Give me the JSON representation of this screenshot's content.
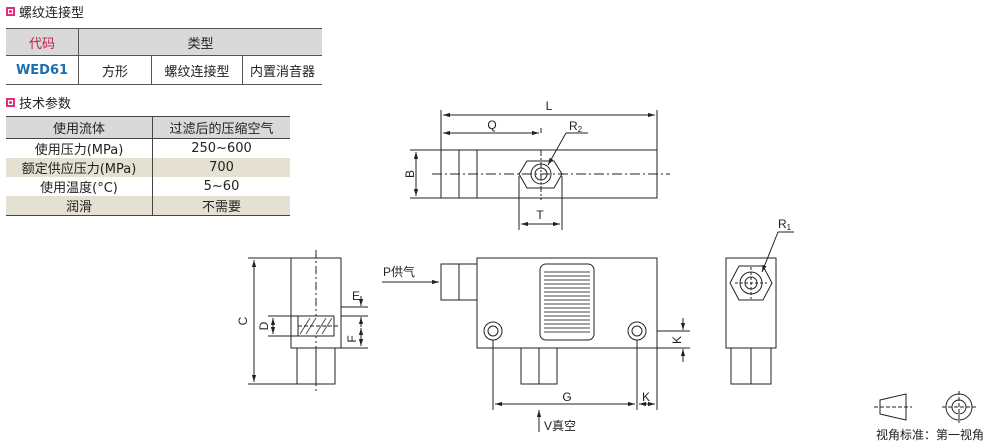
{
  "section1": {
    "title": "螺纹连接型"
  },
  "type_table": {
    "headers": [
      "代码",
      "类型"
    ],
    "row": {
      "code": "WED61",
      "shape": "方形",
      "connection": "螺纹连接型",
      "muffler": "内置消音器"
    }
  },
  "section2": {
    "title": "技术参数"
  },
  "spec_table": {
    "headers": [
      "使用流体",
      "过滤后的压缩空气"
    ],
    "rows": [
      {
        "label": "使用压力(MPa)",
        "value": "250~600"
      },
      {
        "label": "额定供应压力(MPa)",
        "value": "700"
      },
      {
        "label": "使用温度(°C)",
        "value": "5~60"
      },
      {
        "label": "润滑",
        "value": "不需要"
      }
    ]
  },
  "drawing": {
    "dims": {
      "L": "L",
      "Q": "Q",
      "R2": "R",
      "R2_sub": "2",
      "B": "B",
      "T": "T",
      "R1": "R",
      "R1_sub": "1",
      "C": "C",
      "D": "D",
      "E": "E",
      "F": "F",
      "K_right": "K",
      "K_bottom": "K",
      "G": "G"
    },
    "supply_label": "P供气",
    "vacuum_label": "V真空",
    "projection_label": "视角标准：第一视角"
  }
}
